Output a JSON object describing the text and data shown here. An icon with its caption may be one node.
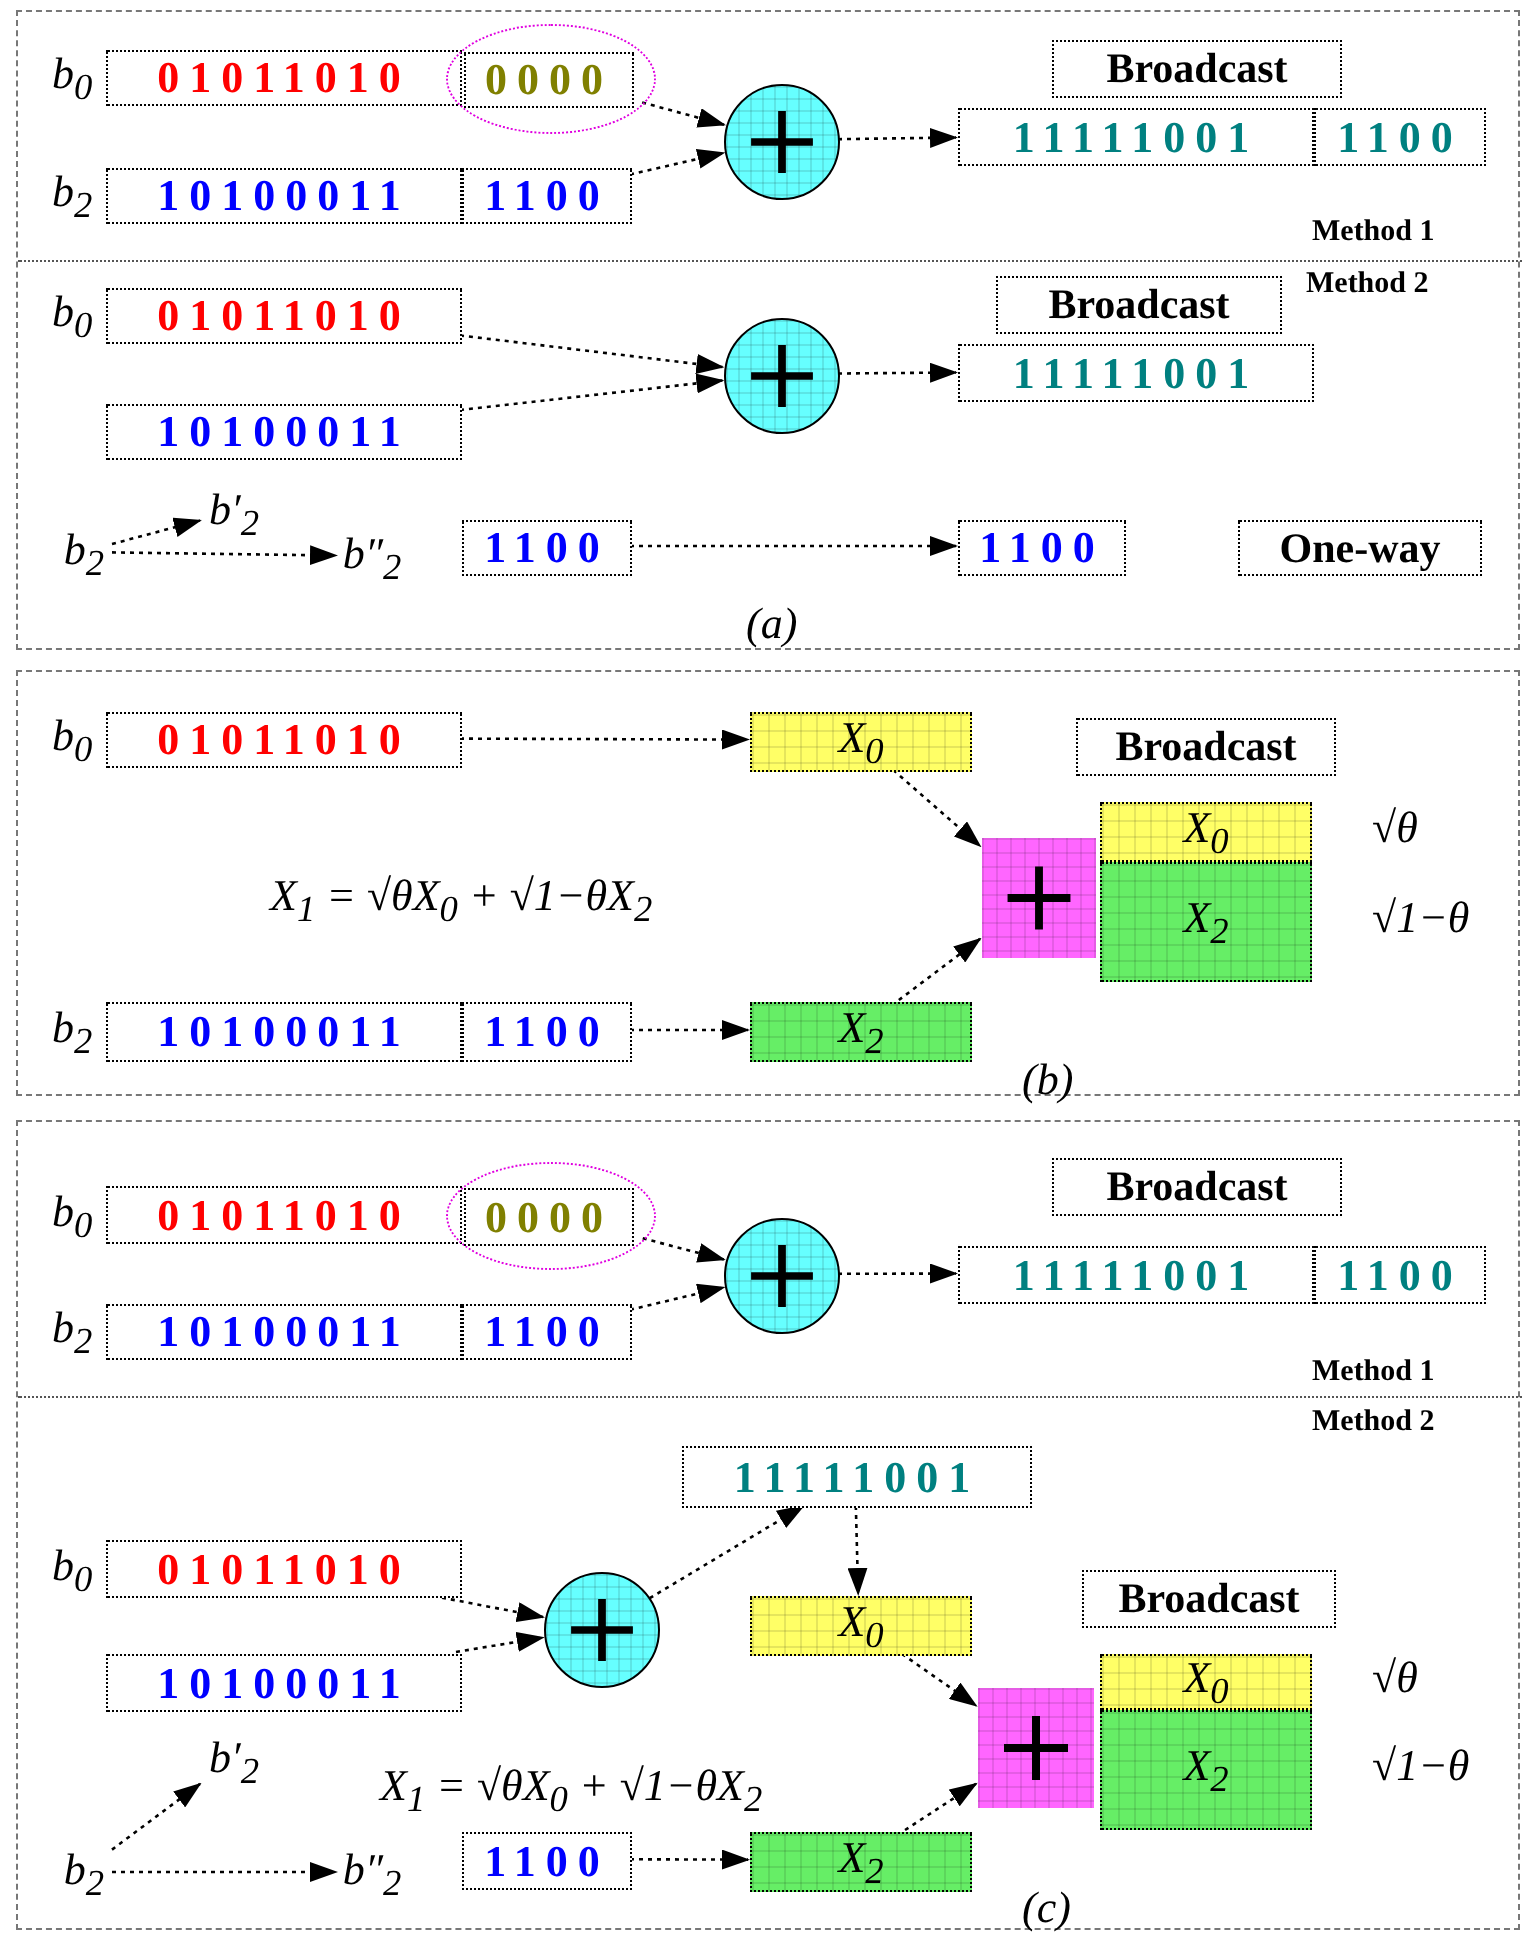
{
  "diagram": {
    "nodes": [
      {
        "text": [
          "(a)"
        ]
      },
      {
        "text": [
          "Method 1"
        ],
        "in": 0
      },
      {
        "text": [
          "01011010"
        ],
        "beside": [
          "b$_{0}$"
        ],
        "in": 1
      },
      {
        "text": [],
        "shape": "ellipse",
        "in": 1
      },
      {
        "text": [
          "0000"
        ],
        "in": 3
      },
      {
        "text": [
          "10100011"
        ],
        "beside": [
          "b$_{2}$"
        ],
        "in": 1
      },
      {
        "text": [
          "1100"
        ],
        "in": 1
      },
      {
        "text": [],
        "shape": "circle",
        "in": 1
      },
      {
        "text": [
          "Broadcast"
        ],
        "in": 1
      },
      {
        "text": [
          "11111001"
        ],
        "in": 1
      },
      {
        "text": [
          "1100"
        ],
        "in": 1
      },
      {
        "text": [
          "Method 2"
        ],
        "in": 0
      },
      {
        "text": [
          "01011010"
        ],
        "beside": [
          "b$_{0}$"
        ],
        "in": 11
      },
      {
        "text": [
          "Broadcast"
        ],
        "in": 11
      },
      {
        "text": [
          "10100011"
        ],
        "in": 11
      },
      {
        "text": [],
        "shape": "circle",
        "in": 11
      },
      {
        "text": [
          "11111001"
        ],
        "in": 11
      },
      {
        "text": [
          "b$_{2}$"
        ],
        "in": 11
      },
      {
        "text": [
          "b′$_{2}$"
        ],
        "in": 11
      },
      {
        "text": [
          "b″$_{2}$"
        ],
        "in": 11
      },
      {
        "text": [
          "1100"
        ],
        "in": 11
      },
      {
        "text": [
          "1100"
        ],
        "in": 11
      },
      {
        "text": [
          "One-way"
        ],
        "in": 11
      },
      {
        "text": [
          "(b)"
        ]
      },
      {
        "text": [
          "01011010"
        ],
        "beside": [
          "b$_{0}$"
        ],
        "in": 23
      },
      {
        "text": [
          "X$_{0}$"
        ],
        "in": 23
      },
      {
        "text": [
          "Broadcast"
        ],
        "in": 23
      },
      {
        "text": [],
        "shape": "box",
        "in": 23
      },
      {
        "text": [
          "X$_{0}$"
        ],
        "beside": [
          "√θ"
        ],
        "in": 23
      },
      {
        "text": [
          "X$_{2}$"
        ],
        "beside": [
          "√1−θ"
        ],
        "in": 23
      },
      {
        "text": [
          "10100011"
        ],
        "beside": [
          "b$_{2}$"
        ],
        "in": 23
      },
      {
        "text": [
          "1100"
        ],
        "in": 23
      },
      {
        "text": [
          "X$_{2}$"
        ],
        "in": 23
      },
      {
        "text": [
          "(c)"
        ]
      },
      {
        "text": [
          "Method 1"
        ],
        "in": 33
      },
      {
        "text": [
          "01011010"
        ],
        "beside": [
          "b$_{0}$"
        ],
        "in": 34
      },
      {
        "text": [],
        "shape": "ellipse",
        "in": 34
      },
      {
        "text": [
          "0000"
        ],
        "in": 36
      },
      {
        "text": [
          "10100011"
        ],
        "beside": [
          "b$_{2}$"
        ],
        "in": 34
      },
      {
        "text": [
          "1100"
        ],
        "in": 34
      },
      {
        "text": [],
        "shape": "circle",
        "in": 34
      },
      {
        "text": [
          "Broadcast"
        ],
        "in": 34
      },
      {
        "text": [
          "11111001"
        ],
        "in": 34
      },
      {
        "text": [
          "1100"
        ],
        "in": 34
      },
      {
        "text": [
          "Method 2"
        ],
        "in": 33
      },
      {
        "text": [
          "11111001"
        ],
        "in": 44
      },
      {
        "text": [
          "01011010"
        ],
        "beside": [
          "b$_{0}$"
        ],
        "in": 44
      },
      {
        "text": [
          "10100011"
        ],
        "in": 44
      },
      {
        "text": [],
        "shape": "circle",
        "in": 44
      },
      {
        "text": [
          "X$_{0}$"
        ],
        "in": 44
      },
      {
        "text": [
          "Broadcast"
        ],
        "in": 44
      },
      {
        "text": [],
        "shape": "box",
        "in": 44
      },
      {
        "text": [
          "X$_{0}$"
        ],
        "beside": [
          "√θ"
        ],
        "in": 44
      },
      {
        "text": [
          "X$_{2}$"
        ],
        "beside": [
          "√1−θ"
        ],
        "in": 44
      },
      {
        "text": [
          "b′$_{2}$"
        ],
        "in": 44
      },
      {
        "text": [
          "b$_{2}$"
        ],
        "in": 44
      },
      {
        "text": [
          "b″$_{2}$"
        ],
        "in": 44
      },
      {
        "text": [
          "1100"
        ],
        "in": 44
      },
      {
        "text": [
          "X$_{2}$"
        ],
        "in": 44
      }
    ],
    "edges": [
      {
        "from": 3,
        "to": 7,
        "arrow": "to"
      },
      {
        "from": 6,
        "to": 7,
        "arrow": "to"
      },
      {
        "from": 7,
        "to": 9,
        "arrow": "to"
      },
      {
        "from": 12,
        "to": 15,
        "arrow": "to"
      },
      {
        "from": 14,
        "to": 15,
        "arrow": "to"
      },
      {
        "from": 15,
        "to": 16,
        "arrow": "to"
      },
      {
        "from": 17,
        "to": 18,
        "arrow": "to"
      },
      {
        "from": 17,
        "to": 19,
        "arrow": "to"
      },
      {
        "from": 20,
        "to": 21,
        "arrow": "to"
      },
      {
        "from": 24,
        "to": 25,
        "arrow": "to"
      },
      {
        "from": 25,
        "to": 27,
        "arrow": "to"
      },
      {
        "from": 32,
        "to": 27,
        "arrow": "to"
      },
      {
        "from": 31,
        "to": 32,
        "arrow": "to"
      },
      {
        "from": 36,
        "to": 40,
        "arrow": "to"
      },
      {
        "from": 39,
        "to": 40,
        "arrow": "to"
      },
      {
        "from": 40,
        "to": 42,
        "arrow": "to"
      },
      {
        "from": 46,
        "to": 48,
        "arrow": "to"
      },
      {
        "from": 47,
        "to": 48,
        "arrow": "to"
      },
      {
        "from": 48,
        "to": 45,
        "arrow": "to"
      },
      {
        "from": 45,
        "to": 49,
        "arrow": "to"
      },
      {
        "from": 49,
        "to": 51,
        "arrow": "to"
      },
      {
        "from": 58,
        "to": 51,
        "arrow": "to"
      },
      {
        "from": 55,
        "to": 54,
        "arrow": "to"
      },
      {
        "from": 55,
        "to": 56,
        "arrow": "to"
      },
      {
        "from": 57,
        "to": 58,
        "arrow": "to"
      }
    ],
    "labels": [
      "X$_{1}$ = √θX$_{0}$ + √1−θX$_{2}$",
      "X$_{1}$ = √θX$_{0}$ + √1−θX$_{2}$"
    ]
  }
}
